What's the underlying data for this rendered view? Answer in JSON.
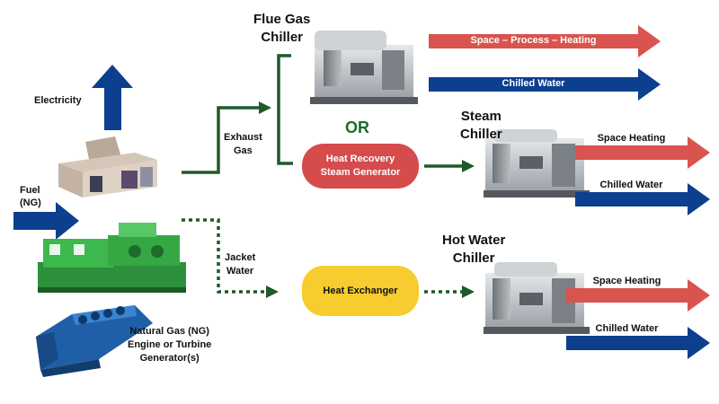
{
  "colors": {
    "red_arrow": "#d9534f",
    "blue_arrow": "#0d3f8f",
    "green_line": "#1e5a2a",
    "heat_recovery_fill": "#d64b4b",
    "heat_exchanger_fill": "#f7cc2e",
    "or_text": "#1e6b2e"
  },
  "icons": {
    "electricity_arrow": "arrow-up-icon",
    "fuel_arrow": "arrow-right-icon",
    "enclosed_generator": "enclosed-generator-icon",
    "green_engine": "gas-engine-icon",
    "blue_engine": "turbine-generator-icon",
    "chillers": "absorption-chiller-icon"
  },
  "labels": {
    "electricity": "Electricity",
    "fuel": "Fuel\n(NG)",
    "generator": "Natural  Gas (NG)\nEngine or Turbine\nGenerator(s)",
    "exhaust_gas": "Exhaust\nGas",
    "jacket_water": "Jacket\nWater",
    "or": "OR"
  },
  "nodes": {
    "flue_gas_chiller": "Flue Gas\nChiller",
    "steam_chiller": "Steam\nChiller",
    "hot_water_chiller": "Hot Water\nChiller",
    "heat_recovery_steam_generator": "Heat Recovery\nSteam Generator",
    "heat_exchanger": "Heat Exchanger"
  },
  "outputs": {
    "flue_gas_heating": "Space – Process – Heating",
    "flue_gas_chilled": "Chilled Water",
    "steam_heating": "Space Heating",
    "steam_chilled": "Chilled Water",
    "hot_water_heating": "Space Heating",
    "hot_water_chilled": "Chilled Water"
  }
}
